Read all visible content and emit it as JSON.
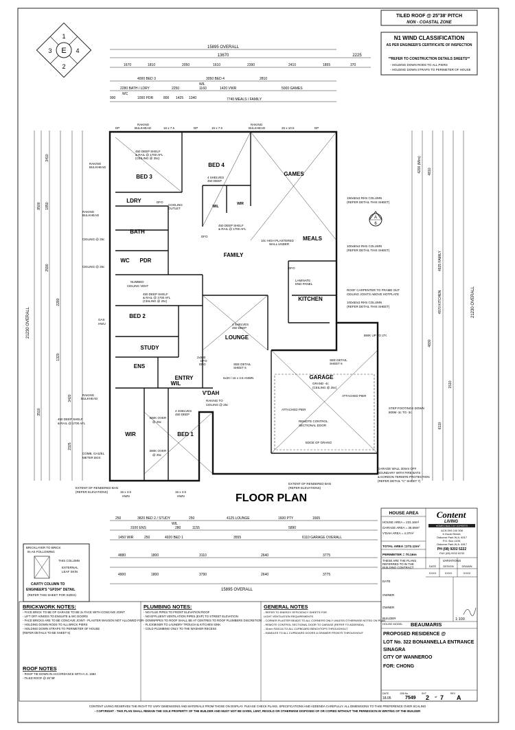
{
  "header": {
    "roof_line1": "TILED ROOF @ 25°38' PITCH",
    "roof_line2": "NON - COASTAL ZONE",
    "wind_class": "N1 WIND CLASSIFICATION",
    "wind_sub": "AS PER ENGINEER'S CERTIFICATE OF INSPECTION",
    "refer": "**REFER TO CONSTRUCTION DETAILS SHEETS**",
    "hold1": "- HOLDING DOWN RODS TO ALL PIERS",
    "hold2": "- HOLDING DOWN STRAPS TO PERIMETER OF HOUSE"
  },
  "compass": {
    "c": "E",
    "n": "1",
    "e": "4",
    "s": "2",
    "w": "3"
  },
  "dims_top": {
    "overall": "15895 OVERALL",
    "d13670": "13670",
    "d2225": "2225",
    "row3": [
      "1670",
      "1810",
      "2050",
      "1610",
      "2390",
      "2410",
      "1855",
      "370"
    ],
    "bed3": "4000 BED 3",
    "bed4": "3050 BED 4",
    "r2810": "2810",
    "bath": "2280 BATH / LDRY",
    "wil": "WIL",
    "r1160": "1160",
    "vwr": "1420 VWR",
    "games": "5000 GAMES",
    "row6": [
      "900",
      "1000 PDR",
      "2250",
      "800",
      "1425",
      "1340"
    ],
    "wc": "WC",
    "meals": "7740 MEALS / FAMILY"
  },
  "rooms": {
    "bed3": "BED 3",
    "bed4": "BED 4",
    "games": "GAMES",
    "ldry": "LDRY",
    "bath": "BATH",
    "wc": "WC",
    "pdr": "PDR",
    "family": "FAMILY",
    "meals": "MEALS",
    "kitchen": "KITCHEN",
    "bed2": "BED 2",
    "lounge": "LOUNGE",
    "study": "STUDY",
    "ens": "ENS",
    "wil": "WIL",
    "entry": "ENTRY",
    "vdah": "V'DAH",
    "garage": "GARAGE",
    "wir": "WIR",
    "bed1": "BED 1",
    "wil2": "WIL",
    "wir2": "WIR"
  },
  "annotations": {
    "raking1": "RAKING",
    "bulkhead1": "BULKHEAD",
    "raking2": "RAKING",
    "bulkhead2": "BULKHEAD",
    "raking3": "RAKING",
    "bulkhead3": "BULKHEAD",
    "raking4": "RAKING",
    "bulkhead4": "BULKHEAD",
    "raking5": "RAKING",
    "bulkhead5": "BULKHEAD",
    "win1": "16 x 7.5",
    "win2": "16 x 7.5",
    "win3": "25 x 10.5",
    "win4": "16 x 7.5",
    "win5": "16 x 7.5",
    "dp1": "DP",
    "dp2": "DP",
    "dp3": "DP",
    "shelf_bed3": "450 DEEP SHELF",
    "shelf_bed3b": "& RAIL @ 1700 AFL",
    "shelf_bed3c": "(CEILING @ 25c)",
    "shelves_bed4": "4 SHELVES",
    "shelves_bed4b": "450 DEEP",
    "shelf_wil": "450 DEEP SHELF",
    "shelf_wilb": "& RAIL @ 1700 AFL",
    "plaster": "10c HIGH PLASTERED",
    "plaster2": "WALL UNDER",
    "laminate": "LAMINATE",
    "laminate2": "END PANEL",
    "roof_carpenter": "ROOF CARPENTER TO FRAME OUT",
    "roof_carpenter2": "CEILING JOISTS ABOVE HOTPLATE",
    "col1": "150x50x3 RHS COLUMN",
    "col1b": "(REFER DETAIL THIS SHEET)",
    "col2": "100x50x3 RHS COLUMN",
    "col2b": "(REFER DETAIL THIS SHEET)",
    "col3": "100x50x3 RHS COLUMN",
    "col3b": "(REFER DETAIL THIS SHEET)",
    "section_mark": "A",
    "section_num": "6",
    "numbed": "NUMBED",
    "ceiling_vent": "CEILING VENT",
    "shelf_bed2": "450 DEEP SHELF",
    "shelf_bed2b": "& RAIL @ 1700 AFL",
    "shelf_bed2c": "(CEILING @ 25c)",
    "shelves_lounge": "4 SHELVES",
    "shelves_lounge2": "450 DEEP",
    "gas": "GAS",
    "hwu": "HWU",
    "garage_level": "GRAND -4c",
    "garage_ceil": "(CEILING @ 25c)",
    "see_detail": "SEE DETAIL",
    "sheet6": "SHEET 6",
    "see_detail2": "SEE DETAIL",
    "sheet6b": "SHEET 6",
    "step": "STEP FOOTINGS DOWN",
    "step2": "800M -3c TO -3c",
    "garage_wall": "GARAGE WALL 30mm OFF",
    "garage_wall2": "BOUNDARY WITH FIRE BATS",
    "garage_wall3": "& KORDON TERMITE PROTECTION",
    "garage_wall4": "(REFER DETAIL \"C\" SHEET 7)",
    "remote": "REMOTE CONTROL",
    "remote2": "SECTIONAL DOOR",
    "attached_pier": "ATTACHED PIER",
    "attached_pier2": "ATTACHED PIER",
    "edge_grano": "EDGE OF GRANO",
    "comb_gas": "COMB. GAS/EL",
    "meter_box": "METER BOX",
    "rendered": "EXTENT OF RENDERED BAN",
    "rendered2": "(REFER ELEVATIONS)",
    "rendered3": "EXTENT OF RENDERED BAN",
    "rendered4": "(REFER ELEVATIONS)",
    "bwk_over": "BWK OVER",
    "at25c": "@ 25c",
    "bwk_over2": "BWK OVER",
    "at25c2": "@ 25c",
    "raking_to": "RAKING TO",
    "ceiling_at": "CEILING @ 25c",
    "ceiling_at2": "CEILING @ 25c",
    "ceiling_at3": "CEILING @ 25c",
    "bwk_up": "BWK UP TO 27c",
    "cooling": "COOLING",
    "outlet": "OUTLET",
    "shelf_left": "450 DEEP SHELF",
    "shelf_left2": "& RAIL @ 1700 AFL",
    "shelves_bed1": "4 SHELVES",
    "shelves_bed1b": "450 DEEP",
    "dfo": "DFO",
    "dfo2": "DFO",
    "dfo3": "DFO",
    "dfo4": "DFO",
    "win_bed1a": "16 x 4.5",
    "win_bed1b": "16 x 4.5",
    "hwn1": "HWN",
    "hwn2": "HWN",
    "tile": "2x530",
    "tile2": "DFO",
    "entry_note": "6x20 / 16 x 3.6 ANWN"
  },
  "dims_left": [
    "8500",
    "3410",
    "1850",
    "2590",
    "2280",
    "1320",
    "3510",
    "3420",
    "2325"
  ],
  "dims_left_overall": "21230 OVERALL",
  "dims_right_overall": "21230 OVERALL",
  "dims_right": [
    "4200 (Mtrs)",
    "4810",
    "4925 FAMILY",
    "4970 KITCHEN",
    "4830",
    "1510",
    "6110"
  ],
  "dims_bottom": {
    "row1": [
      "250",
      "3820 BED 2 / STUDY",
      "250",
      "4125 LOUNGE",
      "1600 PTY",
      "1665"
    ],
    "row2": [
      "3100 ENS",
      "WIL",
      "280",
      "1155",
      "5890"
    ],
    "row3": [
      "1450 WIR",
      "250",
      "4920 BED 1",
      "3555",
      "6110 GARAGE OVERALL"
    ],
    "row4": [
      "4880",
      "1800",
      "3110",
      "2640",
      "3775"
    ],
    "row5": [
      "4900",
      "1800",
      "3790",
      "2640",
      "3775"
    ],
    "overall": "15895 OVERALL"
  },
  "plan_title": "FLOOR PLAN",
  "detail_box": {
    "line1": "BRICKLAYER TO BRICK",
    "line2": "IN AS FOLLOWING",
    "line3": "THIS COLUMN",
    "line4": "EXTERNAL",
    "line5": "LEAF SKIN",
    "line6": "CAVITY COLUMN TO",
    "line7": "ENGINEER'S \"GP204\" DETAIL",
    "line8": "(REFER THIS SHEET FOR SIZES)"
  },
  "brickwork_notes": {
    "title": "BRICKWORK NOTES:",
    "lines": [
      "- FACE BRICK TO BE OF GARAGE TO BE 2x FACE WITH CONCAVE JOINT",
      "- LIFT OFF HINGES TO ENSUITE & WC DOORS",
      "- FACE BRICKS ARE TO BE CONCAVE JOINT - PLASTER WAVSON NOT ALLOWED FOR",
      "- HOLDING DOWN RODS TO ALL BRICK PIERS",
      "- HOLDING DOWN STRAPS TO PERIMETER OF HOUSE",
      "  (REFER DETAILS TO BE SHEET 6)"
    ]
  },
  "roof_notes": {
    "title": "ROOF NOTES",
    "lines": [
      "- ROOF TIE DOWN IN ACCORDANCE WITH A.S. 1684",
      "- TILED ROOF @ 25°38'"
    ]
  },
  "plumbing_notes": {
    "title": "PLUMBING NOTES:",
    "lines": [
      "- NO FLUE PIPES TO FRONT ELEVATION ROOF",
      "- NO EFFLUENT VENTILATION PIPES (EVP) TO STREET ELEVATION",
      "- DOWNPIPES TO ROOF SHALL BE AT CENTRES TO ROOF PLUMBERS DISCRETION",
      "- FLICKMIXER TO LAUNDRY TROUGH & KITCHEN SINK",
      "- COLD PLUMBING ONLY TO THE WASHER RECESS"
    ]
  },
  "general_notes": {
    "title": "GENERAL NOTES",
    "lines": [
      "- REFER TO ENERGY EFFICIENCY SHEETS FOR",
      "  LIGHT VENTILATION REQUIREMENTS",
      "- CORNER PLASTER BEADS TO ALL CORNERS ONLY UNLESS OTHERWISE NOTED ON PLAN",
      "- REMOTE CONTROL SECTIONAL DOOR TO GARAGE (REFER TO ADDENDA)",
      "- 31mm FASCIA TO ALL CUPBOARD BENCHTOPS THROUGHOUT",
      "- HANDLES TO ALL CUPBOARD DOORS & DRAWER FRONTS THROUGHOUT"
    ]
  },
  "area": {
    "title": "HOUSE AREA",
    "house": "HOUSE AREA = 231.16m²",
    "garage": "GARAGE AREA = 36.69m²",
    "vdah": "V'DAH AREA = 4.37m²",
    "total": "TOTAL AREA =272.12m²",
    "perimeter": "PERIMETER = 70.16m",
    "these": "THESE ARE THE PLANS",
    "referred": "REFERRED TO IN THE",
    "building": "BUILDING CONTRACT",
    "date": "DATE",
    "owner": "OWNER",
    "owner2": "OWNER",
    "builder": "BUILDER"
  },
  "company": {
    "name": "Content",
    "sub": "LIVING",
    "tag": "HOMES BUILT BY EXPERTS",
    "acn": "ACN 009 240 308",
    "addr1": "6 Gould Street,",
    "addr2": "Osborne Park W.A. 6017",
    "addr3": "P.O. Box 1109,",
    "addr4": "Osborne Park W.A. 6917",
    "ph": "PH (08) 9202 5222",
    "fax": "FAX (08) 9202 5233"
  },
  "revisions": {
    "title": "VARIATIONS",
    "cols": [
      "DATE",
      "DESIGN",
      "DRAWN"
    ],
    "vals": [
      "XXXX",
      "XXXX",
      "XXXX"
    ]
  },
  "scale": "1:100",
  "house_model": "HOUSE MODEL",
  "model": "BEAUMARIS",
  "project": {
    "line1": "PROPOSED RESIDENCE @",
    "line2": "LOT No. 322 BONANNELLA ENTRANCE",
    "line3": "SINAGRA",
    "line4": "CITY OF WANNEROO",
    "line5": "FOR: CHONG"
  },
  "job": {
    "date_label": "DATE",
    "date": "18.05",
    "job_label": "JOB No.",
    "job": "7549",
    "sht_label": "SHT",
    "sht": "2",
    "of_label": "of",
    "of": "7",
    "rev_label": "REV",
    "rev": "A"
  },
  "footer": {
    "line1": "CONTENT LIVING RESERVES THE RIGHT TO VARY DIMENSIONS AND MATERIALS FROM THOSE ON DISPLAY. PLEASE CHECK PLANS, SPECIFICATIONS AND ADDENDA CAREFULLY. ALL DIMENSIONS TO TAKE PREFERENCE OVER SCALING",
    "line2": "- COPYRIGHT - THIS PLAN SHALL REMAIN THE SOLE PROPERTY OF THE BUILDER AND MUST NOT BE GIVEN, LENT, RESOLD OR OTHERWISE DISPOSED OF OR COPIED WITHOUT THE PERMISSION IN WRITING OF THE BUILDER"
  }
}
